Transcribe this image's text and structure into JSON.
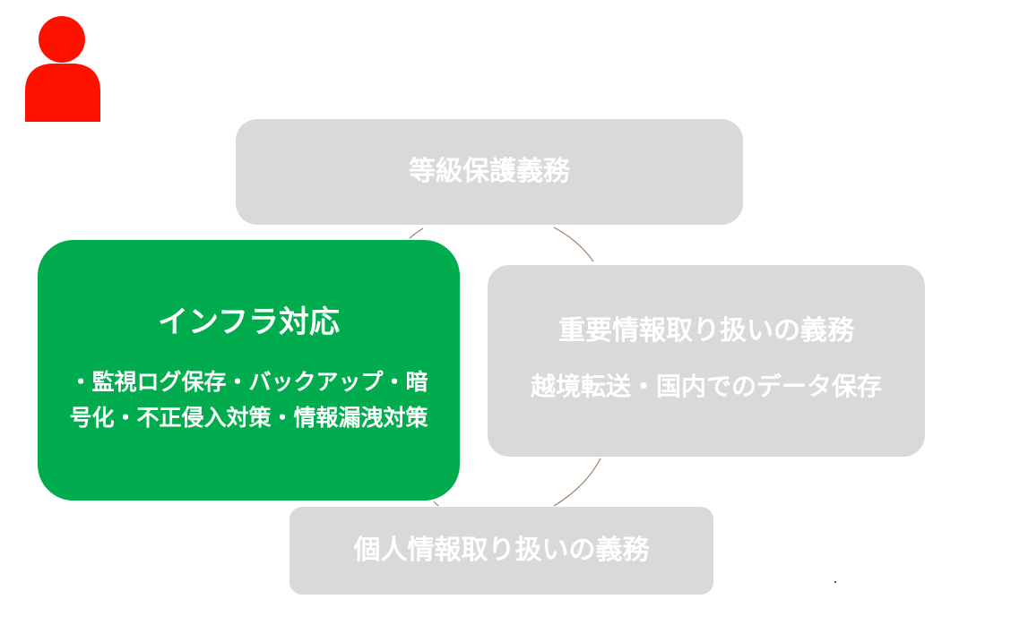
{
  "colors": {
    "person": "#ff1100",
    "accent_green": "#00ac4e",
    "inactive_gray": "#d9d9d9",
    "arc": "#a08060",
    "text": "#ffffff"
  },
  "icons": {
    "person": "person-icon"
  },
  "boxes": {
    "top": {
      "title": "等級保護義務"
    },
    "right": {
      "title": "重要情報取り扱いの義務",
      "subtitle": "越境転送・国内でのデータ保存"
    },
    "bottom": {
      "title": "個人情報取り扱いの義務"
    },
    "active": {
      "title": "インフラ対応",
      "subtitle": "・監視ログ保存・バックアップ・暗号化・不正侵入対策・情報漏洩対策"
    }
  }
}
